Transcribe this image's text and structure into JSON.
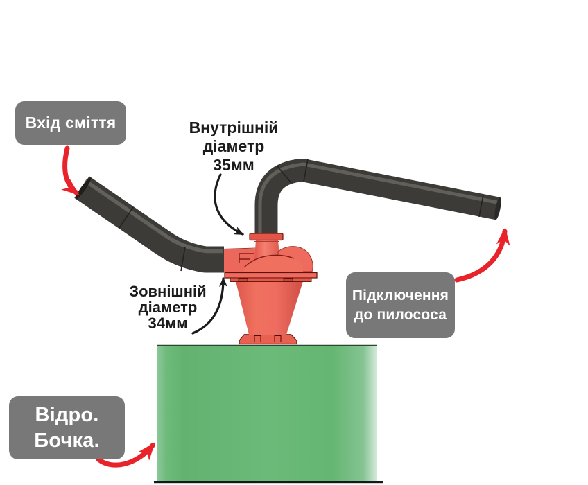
{
  "callouts": {
    "garbage_inlet": {
      "text": "Вхід сміття"
    },
    "vacuum_connection": {
      "lines": [
        "Підключення",
        "до пилососа"
      ]
    },
    "bucket_barrel": {
      "lines": [
        "Відро.",
        "Бочка."
      ]
    }
  },
  "annotations": {
    "inner_diameter": {
      "lines": [
        "Внутрішній",
        "діаметр",
        "35мм"
      ]
    },
    "outer_diameter": {
      "lines": [
        "Зовнішній",
        "діаметр",
        "34мм"
      ]
    }
  },
  "components": {
    "inlet_tube": "garbage-inlet-tube",
    "cyclone": "cyclone-separator",
    "outlet_tube": "vacuum-outlet-tube",
    "container": "bucket-barrel"
  },
  "colors": {
    "callout_bg": "#787878",
    "callout_text": "#ffffff",
    "annotation_text": "#1b1b1b",
    "arrow_red": "#e8232a",
    "arrow_black": "#1c1b19",
    "cyclone_red": "#ee6a5e",
    "tube_dark": "#3c3b37",
    "barrel_green": "#67b974"
  }
}
